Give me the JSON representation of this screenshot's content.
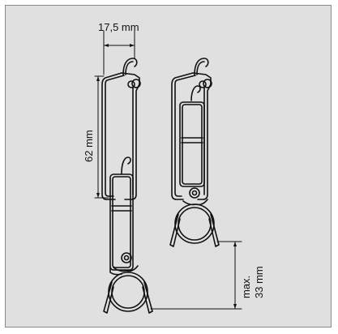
{
  "labels": {
    "width_dim": "17,5 mm",
    "height_dim": "62 mm",
    "drop_dim_line1": "max.",
    "drop_dim_line2": "33 mm"
  }
}
